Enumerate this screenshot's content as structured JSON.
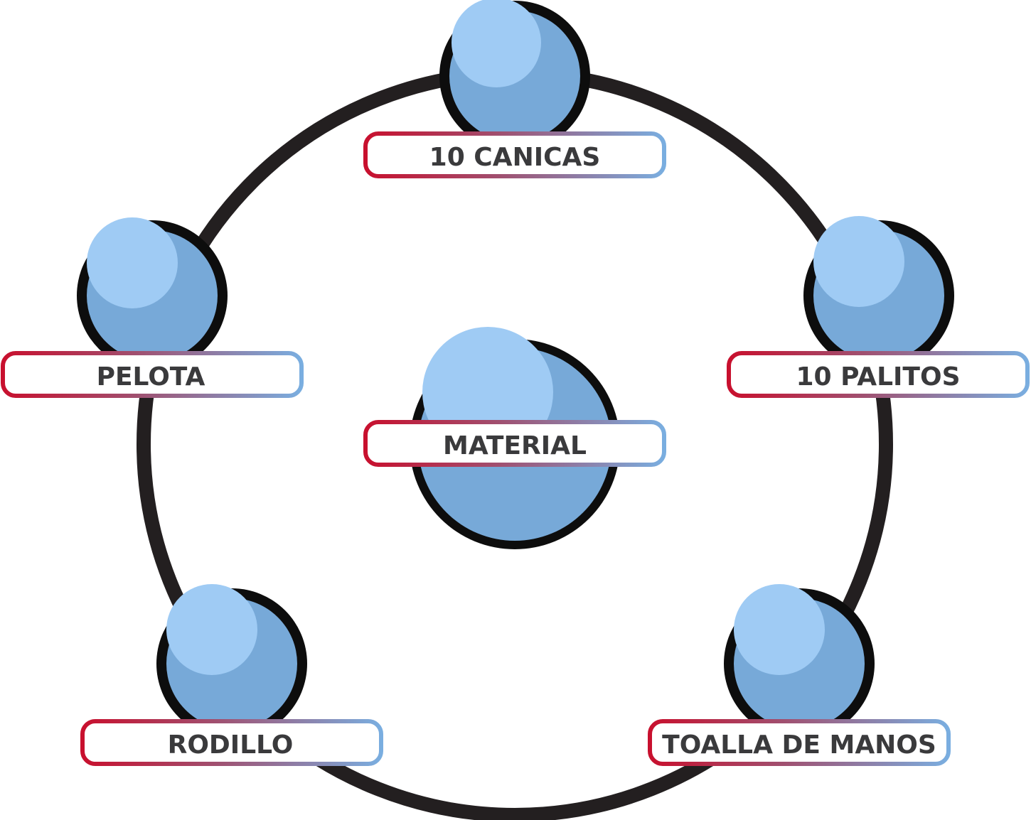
{
  "diagram": {
    "center": {
      "label": "MATERIAL"
    },
    "nodes": [
      {
        "id": "canicas",
        "label": "10 CANICAS"
      },
      {
        "id": "palitos",
        "label": "10 PALITOS"
      },
      {
        "id": "toalla",
        "label": "TOALLA DE MANOS"
      },
      {
        "id": "rodillo",
        "label": "RODILLO"
      },
      {
        "id": "pelota",
        "label": "PELOTA"
      }
    ]
  },
  "colors": {
    "ring": "#231f20",
    "ball_light": "#9fcbf4",
    "ball_dark": "#77a9d8",
    "outline": "#0d0d0d",
    "label_border_start": "#c8102e",
    "label_border_end": "#7aaee0",
    "label_text": "#3a3a3c"
  }
}
